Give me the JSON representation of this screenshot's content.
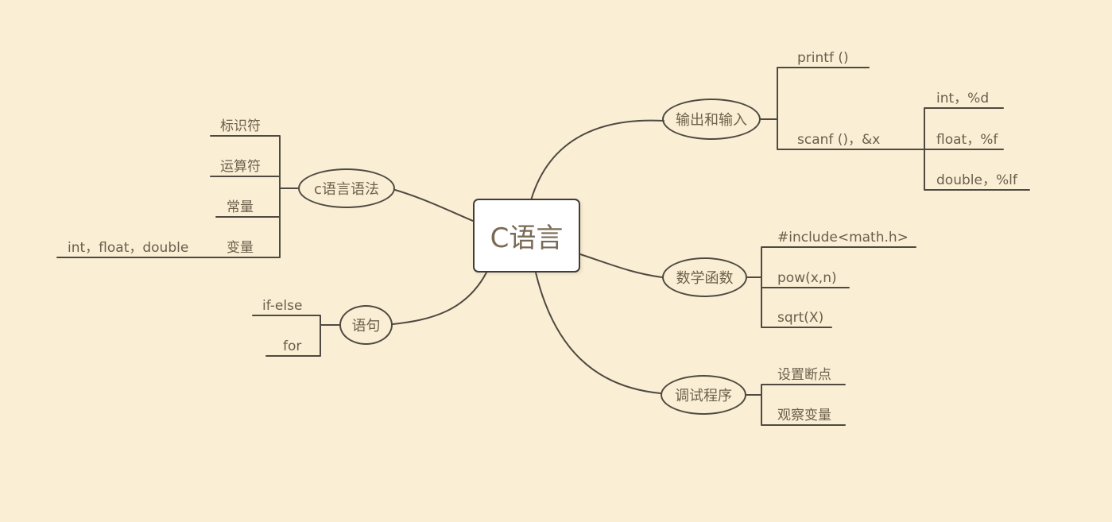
{
  "theme": {
    "background": "#faefd5",
    "line_color": "#4f4a41",
    "text_color": "#6b5e4c",
    "root_fill": "#ffffff",
    "root_border": "#413d36"
  },
  "mindmap": {
    "root": {
      "label": "C语言"
    },
    "branches": [
      {
        "label": "输出和输入",
        "children": [
          {
            "label": "printf ()"
          },
          {
            "label": "scanf ()，&x",
            "children": [
              {
                "label": "int，%d"
              },
              {
                "label": "float，%f"
              },
              {
                "label": "double，%lf"
              }
            ]
          }
        ]
      },
      {
        "label": "数学函数",
        "children": [
          {
            "label": "#include<math.h>"
          },
          {
            "label": "pow(x,n)"
          },
          {
            "label": "sqrt(X)"
          }
        ]
      },
      {
        "label": "调试程序",
        "children": [
          {
            "label": "设置断点"
          },
          {
            "label": "观察变量"
          }
        ]
      },
      {
        "label": "c语言语法",
        "children": [
          {
            "label": "标识符"
          },
          {
            "label": "运算符"
          },
          {
            "label": "常量"
          },
          {
            "label": "变量",
            "children": [
              {
                "label": "int，float，double"
              }
            ]
          }
        ]
      },
      {
        "label": "语句",
        "children": [
          {
            "label": "if-else"
          },
          {
            "label": "for"
          }
        ]
      }
    ]
  }
}
